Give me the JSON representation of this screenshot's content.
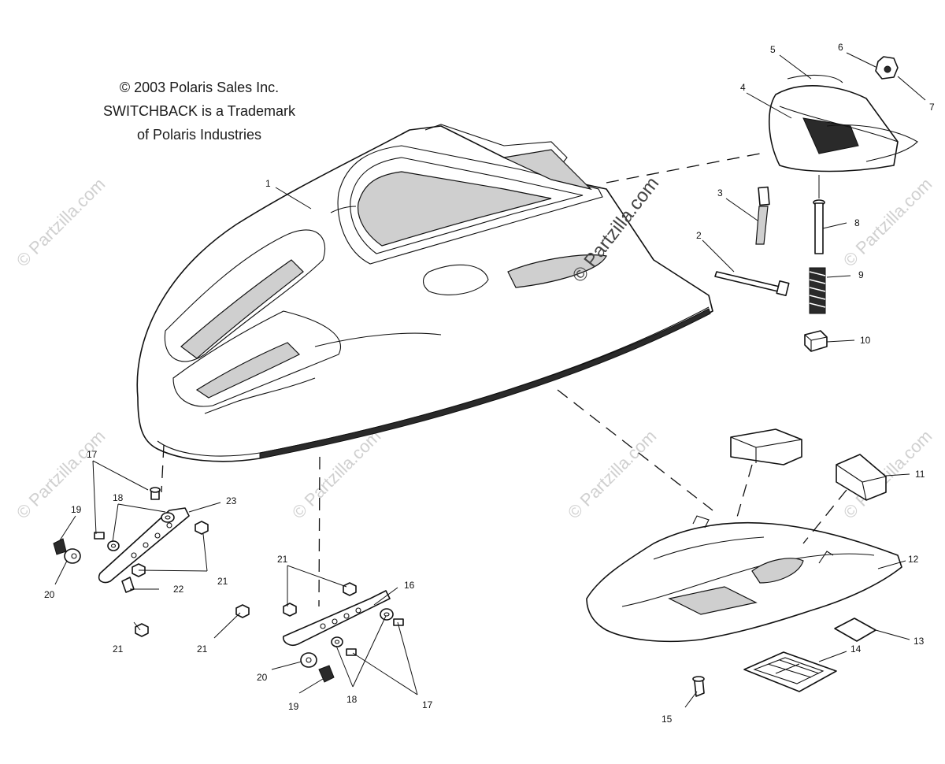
{
  "copyright": {
    "line1": "© 2003 Polaris Sales Inc.",
    "line2": "SWITCHBACK is a Trademark",
    "line3": "of Polaris Industries"
  },
  "watermark": {
    "text": "© Partzilla.com",
    "main_text": "© Partzilla.com"
  },
  "callouts": {
    "n1": "1",
    "n2": "2",
    "n3": "3",
    "n4": "4",
    "n5": "5",
    "n6": "6",
    "n7": "7",
    "n8": "8",
    "n9": "9",
    "n10": "10",
    "n11": "11",
    "n12": "12",
    "n13": "13",
    "n14": "14",
    "n15": "15",
    "n16": "16",
    "n17a": "17",
    "n17b": "17",
    "n18a": "18",
    "n18b": "18",
    "n19a": "19",
    "n19b": "19",
    "n20a": "20",
    "n20b": "20",
    "n21a": "21",
    "n21b": "21",
    "n21c": "21",
    "n21d": "21",
    "n22": "22",
    "n23": "23"
  }
}
